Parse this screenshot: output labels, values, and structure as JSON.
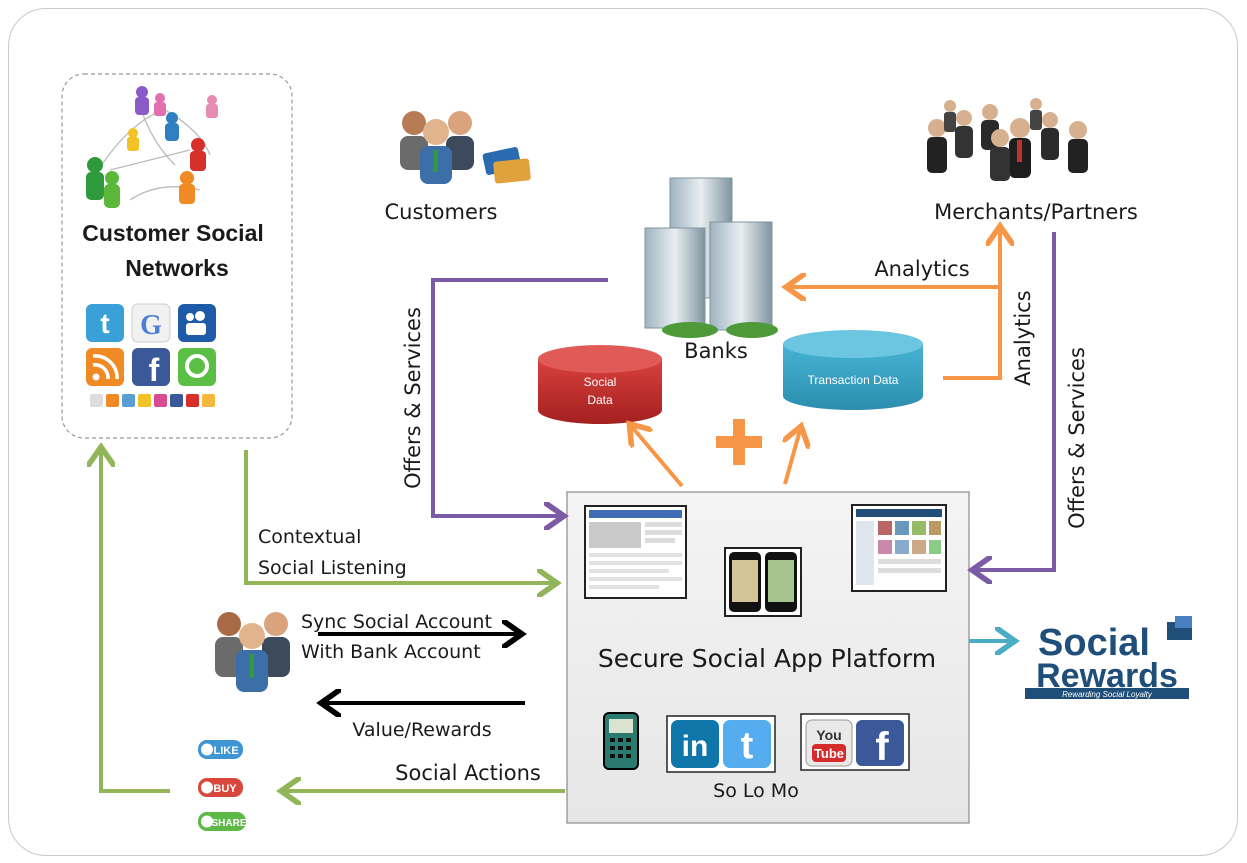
{
  "entities": {
    "customer_social_networks": "Customer Social Networks",
    "customer_social_networks_line1": "Customer Social",
    "customer_social_networks_line2": "Networks",
    "customers": "Customers",
    "merchants": "Merchants/Partners",
    "banks": "Banks",
    "platform": "Secure Social App Platform",
    "so_lo_mo": "So Lo Mo"
  },
  "databases": {
    "social_data_line1": "Social",
    "social_data_line2": "Data",
    "transaction_data": "Transaction Data"
  },
  "flows": {
    "analytics_top": "Analytics",
    "analytics_vertical": "Analytics",
    "offers_left": "Offers & Services",
    "offers_right": "Offers & Services",
    "contextual_line1": "Contextual",
    "contextual_line2": "Social Listening",
    "sync_line1": "Sync Social Account",
    "sync_line2": "With Bank Account",
    "value_rewards": "Value/Rewards",
    "social_actions": "Social Actions"
  },
  "logo": {
    "social": "Social",
    "rewards": "Rewards",
    "tagline": "Rewarding Social Loyalty"
  },
  "buttons": {
    "like": "LIKE",
    "buy": "BUY",
    "share": "SHARE"
  },
  "social_icons": {
    "linkedin": "in",
    "youtube_top": "You",
    "youtube_bottom": "Tube",
    "facebook": "f",
    "google": "G"
  },
  "colors": {
    "purple": "#7b5aa6",
    "orange": "#f79646",
    "green": "#92b55a",
    "teal": "#4bacc6",
    "black": "#000000",
    "social_db": "#c0312f",
    "transaction_db": "#36a3c4",
    "brand_blue": "#1f4e79"
  }
}
